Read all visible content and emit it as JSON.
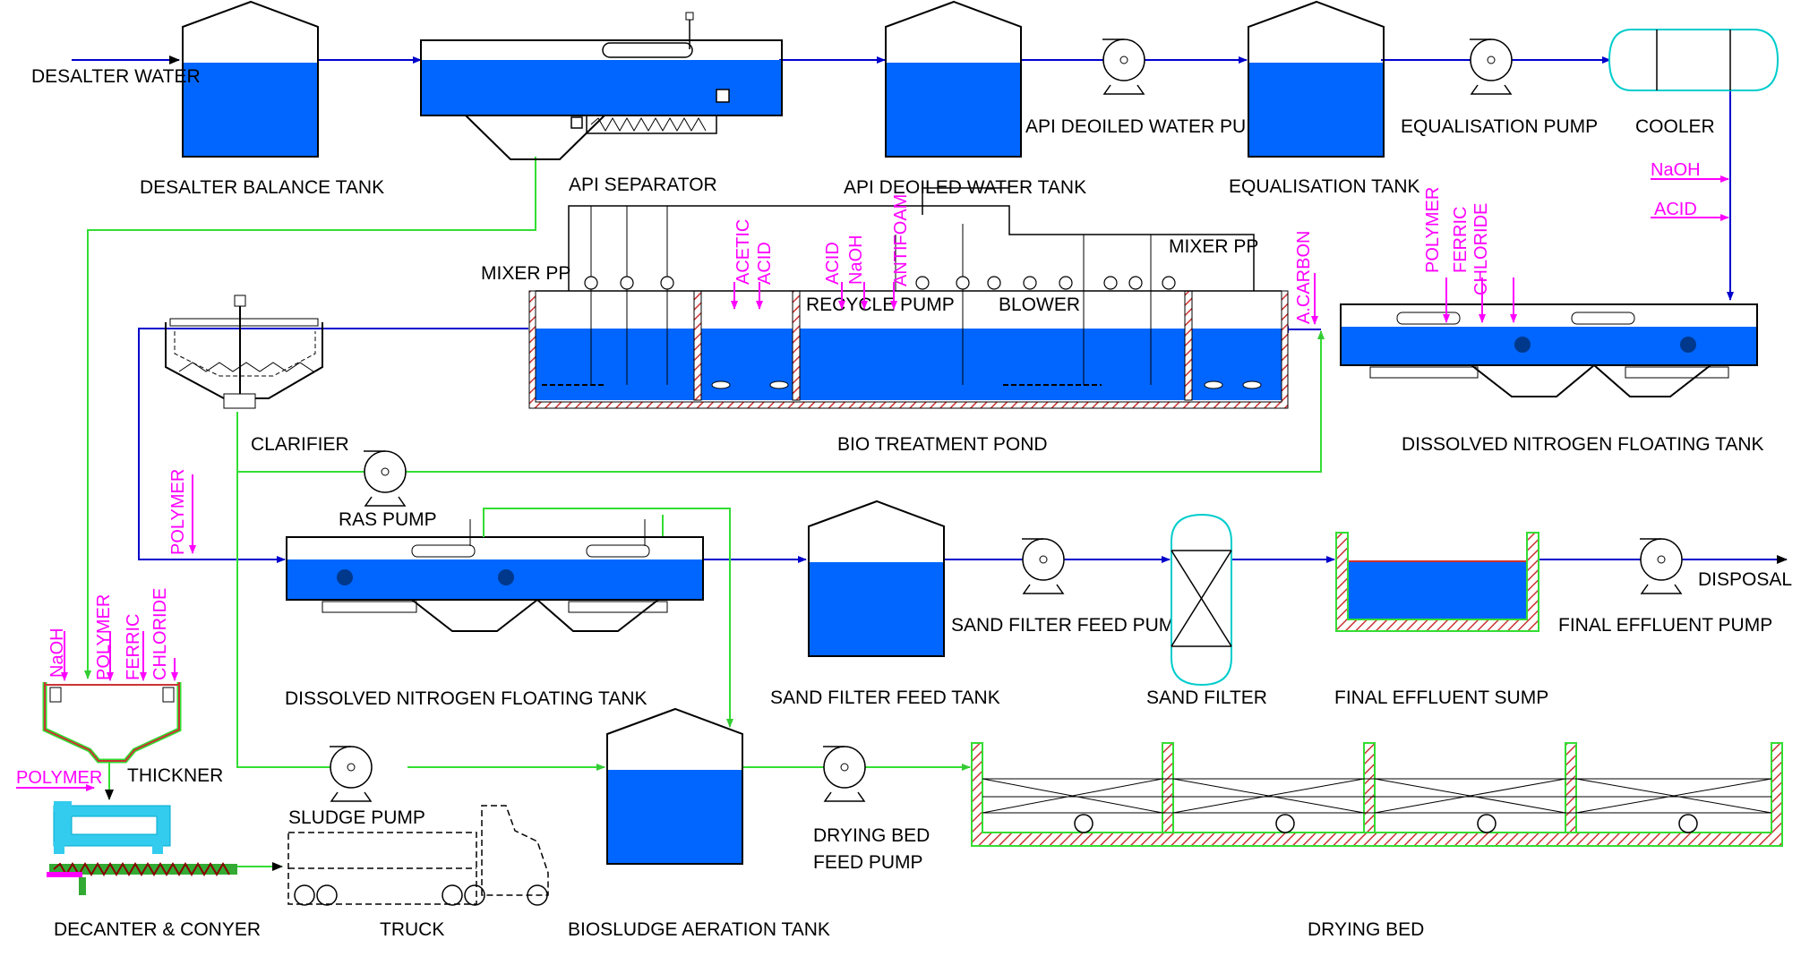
{
  "colors": {
    "water": "#0066ff",
    "process_line": "#0000cc",
    "sludge_line": "#33dd33",
    "chemical": "#ff00ff",
    "outline": "#000000",
    "cooler": "#00cccc",
    "hatch": "#cc3333"
  },
  "labels": {
    "desalter_water": "DESALTER WATER",
    "desalter_balance_tank": "DESALTER BALANCE TANK",
    "api_separator": "API SEPARATOR",
    "api_deoiled_water_tank": "API DEOILED WATER TANK",
    "api_deoiled_water_pump": "API DEOILED WATER PUMP",
    "equalisation_tank": "EQUALISATION TANK",
    "equalisation_pump": "EQUALISATION PUMP",
    "cooler": "COOLER",
    "mixer_pp_left": "MIXER PP",
    "mixer_pp_right": "MIXER PP",
    "recycle_pump": "RECYCLE PUMP",
    "blower": "BLOWER",
    "clarifier": "CLARIFIER",
    "bio_treatment_pond": "BIO TREATMENT POND",
    "dnf_tank_upper": "DISSOLVED NITROGEN FLOATING TANK",
    "ras_pump": "RAS PUMP",
    "dnf_tank_lower": "DISSOLVED NITROGEN FLOATING TANK",
    "sand_filter_feed_tank": "SAND FILTER FEED TANK",
    "sand_filter_feed_pump": "SAND FILTER FEED PUMP",
    "sand_filter": "SAND FILTER",
    "final_effluent_sump": "FINAL EFFLUENT SUMP",
    "final_effluent_pump": "FINAL EFFLUENT PUMP",
    "disposal": "DISPOSAL",
    "thickner": "THICKNER",
    "decanter_conveyor": "DECANTER & CONYER",
    "truck": "TRUCK",
    "sludge_pump": "SLUDGE PUMP",
    "biosludge_aeration_tank": "BIOSLUDGE AERATION TANK",
    "drying_bed_feed_pump_1": "DRYING BED",
    "drying_bed_feed_pump_2": "FEED PUMP",
    "drying_bed": "DRYING BED"
  },
  "chemicals": {
    "naoh_cooler": "NaOH",
    "acid_cooler": "ACID",
    "polymer_dnf": "POLYMER",
    "ferric_dnf": "FERRIC",
    "chloride_dnf": "CHLORIDE",
    "acetic_bio": "ACETIC",
    "acid_bio_1": "ACID",
    "acid_bio_2": "ACID",
    "naoh_bio": "NaOH",
    "antifoam_bio": "ANTIFOAM",
    "a_carbon": "A.CARBON",
    "polymer_lower": "POLYMER",
    "naoh_thick": "NaOH",
    "polymer_thick": "POLYMER",
    "ferric_thick": "FERRIC",
    "chloride_thick": "CHLORIDE",
    "polymer_decanter": "POLYMER"
  },
  "icons": [
    "pump-icon",
    "tank-icon",
    "arrow-icon",
    "truck-icon",
    "filter-icon"
  ]
}
